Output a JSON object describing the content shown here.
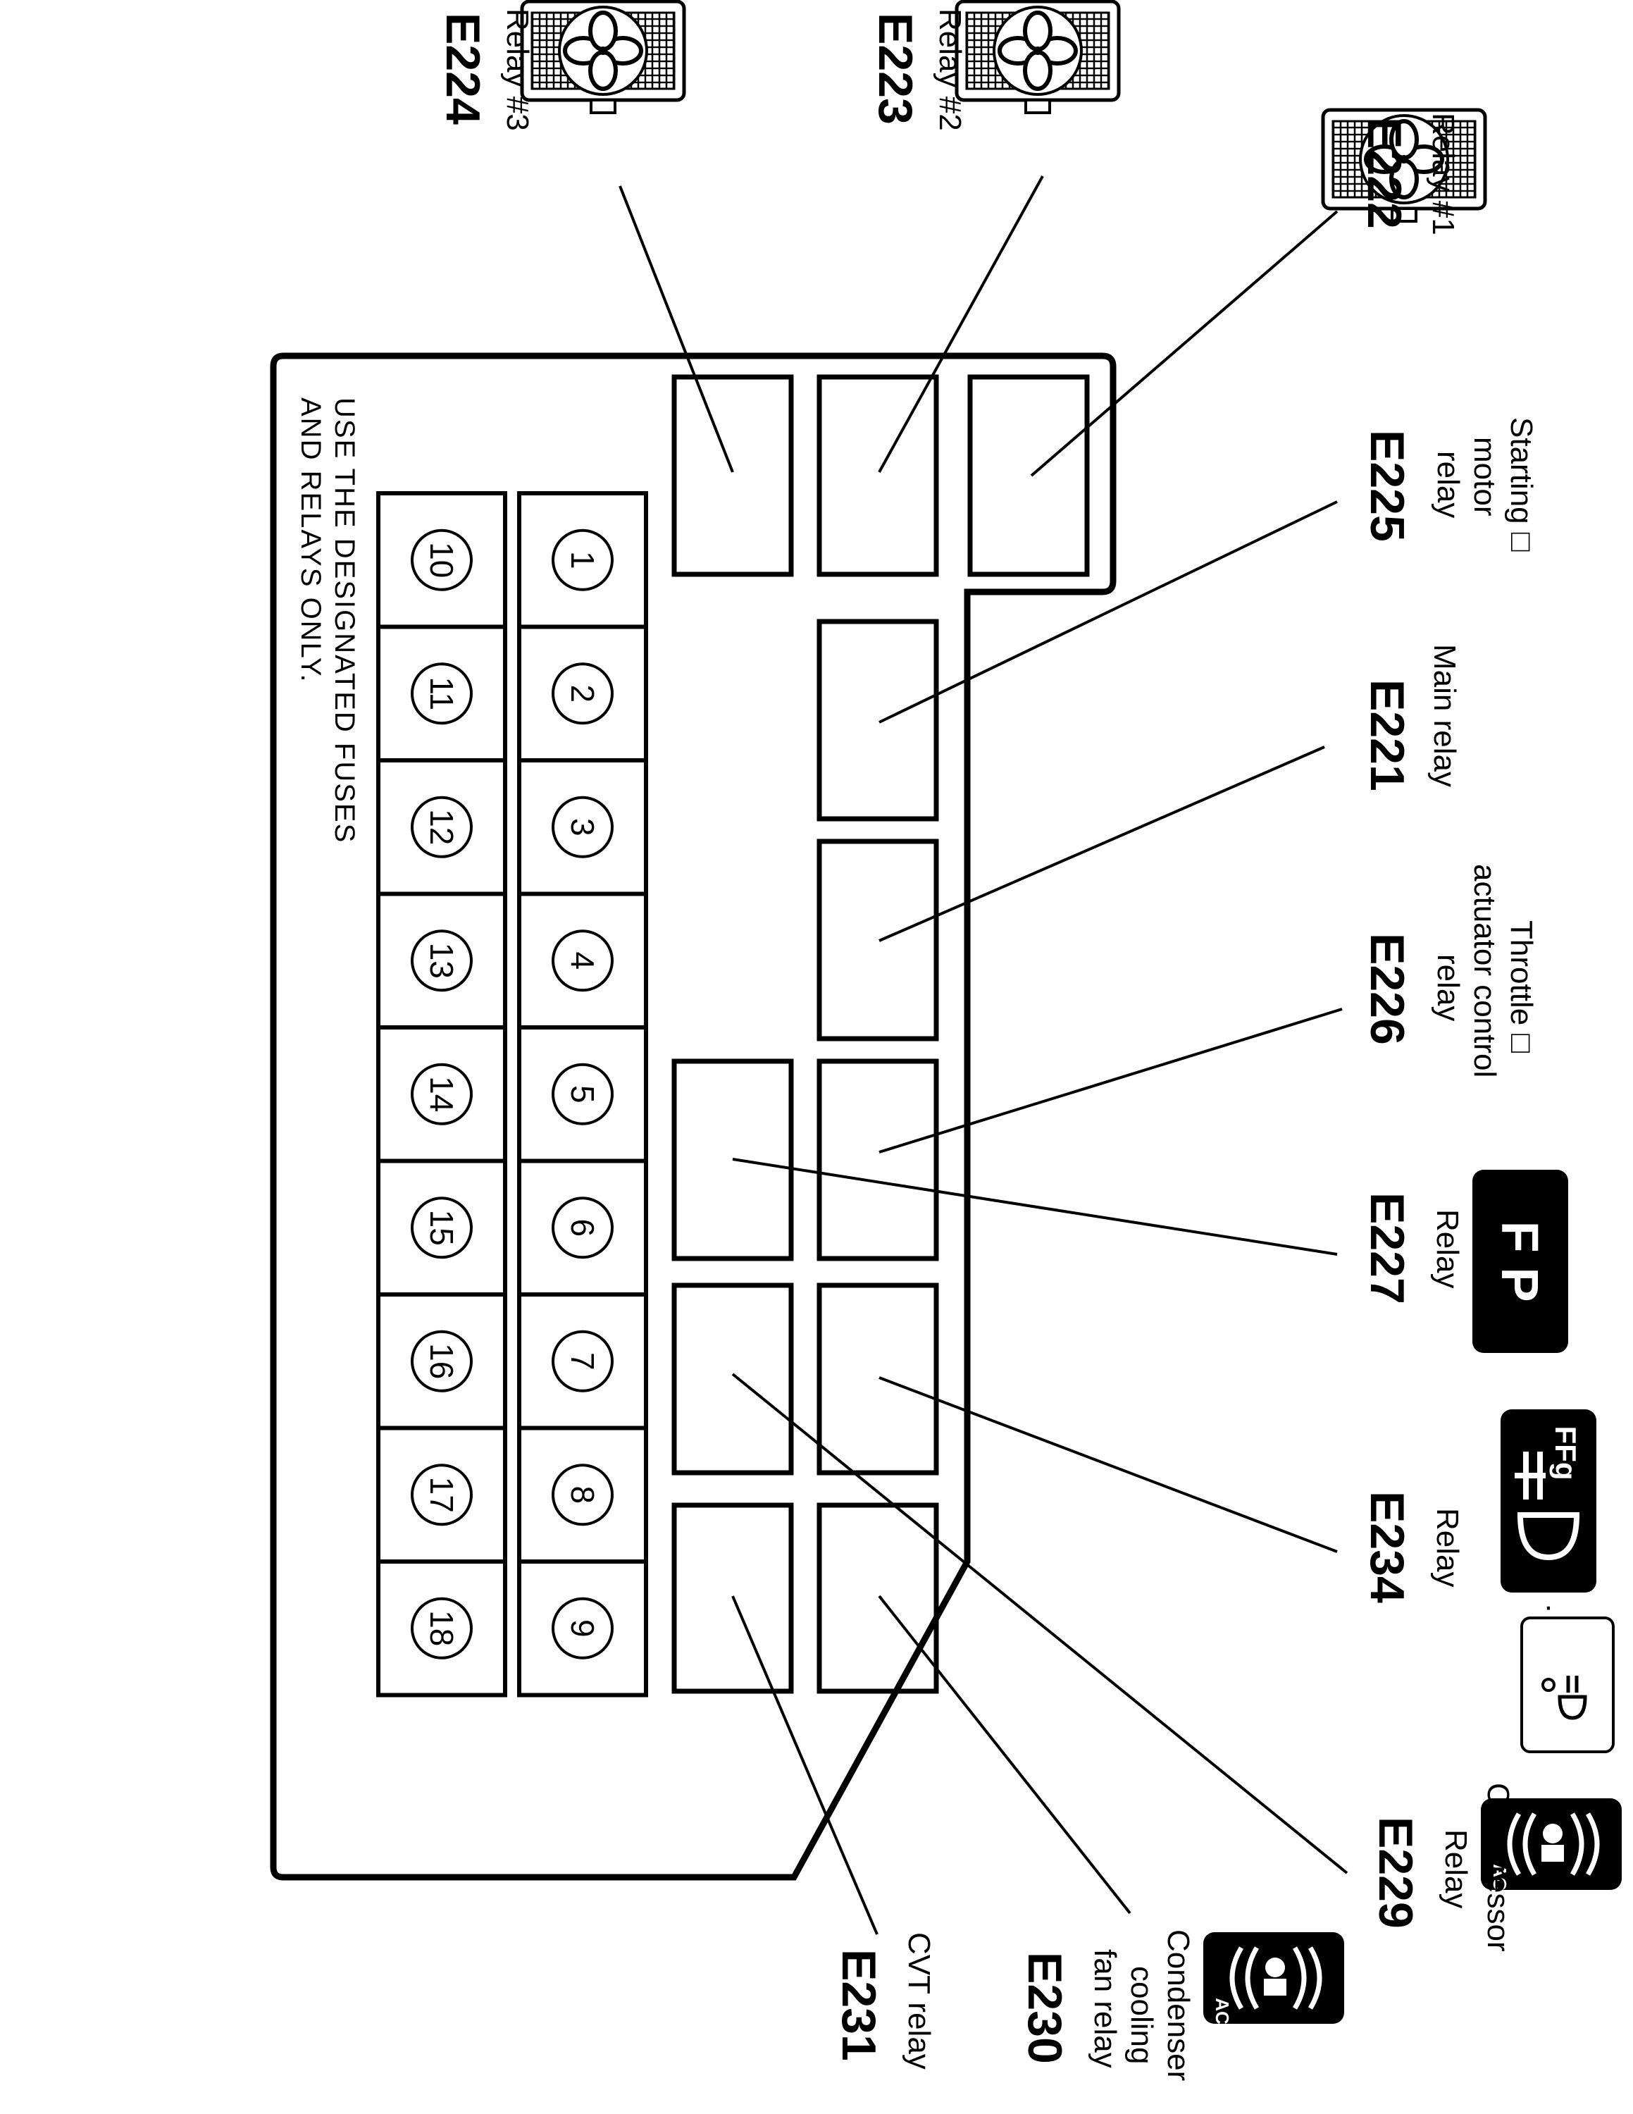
{
  "relays": {
    "E222": {
      "name": "Relay #1",
      "code": "E222"
    },
    "E223": {
      "name": "Relay #2",
      "code": "E223"
    },
    "E224": {
      "name": "Relay #3",
      "code": "E224"
    },
    "E225": {
      "name_lines": [
        "Starting □",
        "motor",
        "relay"
      ],
      "code": "E225"
    },
    "E221": {
      "name": "Main relay",
      "code": "E221"
    },
    "E226": {
      "name_lines": [
        "Throttle □",
        "actuator control",
        "relay"
      ],
      "code": "E226"
    },
    "E227": {
      "name": "Relay",
      "code": "E227"
    },
    "E234": {
      "name": "Relay",
      "code": "E234"
    },
    "E229": {
      "name_lines": [
        "Compressor",
        "Relay"
      ],
      "code": "E229"
    },
    "E230": {
      "name_lines": [
        "Condenser",
        "cooling",
        "fan relay"
      ],
      "code": "E230"
    },
    "E231": {
      "name": "CVT relay",
      "code": "E231"
    }
  },
  "icons": {
    "fuel_pump_icon": "F P",
    "fog_icon": "FFg",
    "ac_icon": "AC",
    "separator": "·"
  },
  "fuses": [
    "1",
    "2",
    "3",
    "4",
    "5",
    "6",
    "7",
    "8",
    "9",
    "10",
    "11",
    "12",
    "13",
    "14",
    "15",
    "16",
    "17",
    "18"
  ],
  "note": {
    "line1": "USE THE DESIGNATED FUSES",
    "line2": "AND RELAYS ONLY."
  }
}
